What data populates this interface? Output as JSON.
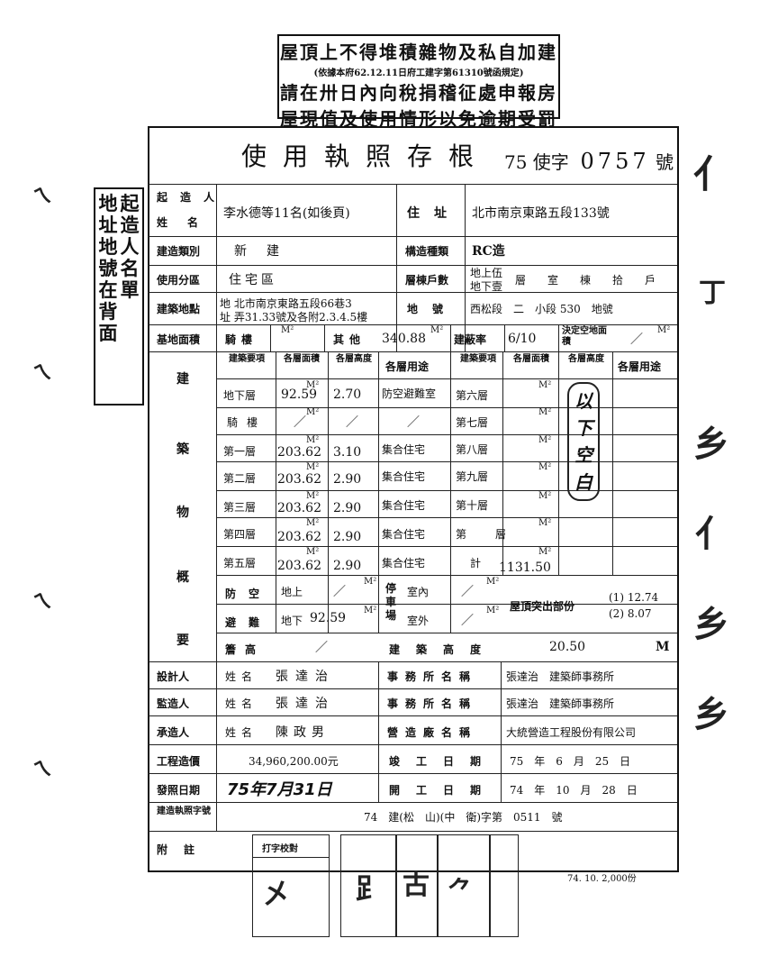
{
  "notice": {
    "line1": "屋頂上不得堆積雜物及私自加建",
    "line2": "(依據本府62.12.11日府工建字第61310號函規定)",
    "line3": "請在卅日內向稅捐稽征處申報房",
    "line4": "屋現值及使用情形以免逾期受罰"
  },
  "side_note": {
    "col1": "起造人名單",
    "col2": "地址地號在背面"
  },
  "title": "使用執照存根",
  "permit_prefix": "75 使字",
  "permit_number": "0757",
  "permit_suffix": "號",
  "rows": {
    "applicant_label": "起造人姓名",
    "applicant": "李水德等11名(如後頁)",
    "address_label": "住址",
    "address": "北市南京東路五段133號",
    "build_type_label": "建造類別",
    "build_type": "新建",
    "structure_label": "構造種類",
    "structure": "RC造",
    "zone_label": "使用分區",
    "zone": "住宅區",
    "floors_label": "層棟戶數",
    "floors_above": "地上伍",
    "floors_below": "地下壹",
    "floors_rest": "層　　室　　棟　　拾　　戶",
    "site_label": "建築地點",
    "site_line1": "地 北市南京東路五段66巷3",
    "site_line2": "址 弄31.33號及各附2.3.4.5樓",
    "lot_label": "地號",
    "lot": "西松段　二　小段 530　地號",
    "base_area_label": "基地面積",
    "base_area_sub": "騎樓",
    "base_area_other": "其他",
    "base_area_value": "340.88",
    "coverage_label": "建蔽率",
    "coverage": "6/10",
    "decided_area_label": "決定空地面積",
    "m2": "M²"
  },
  "floors_head": {
    "section": [
      "建",
      "築",
      "物",
      "概",
      "要"
    ],
    "col_item": "建築要項",
    "col_area": "各層面積",
    "col_height": "各層高度",
    "col_use": "各層用途"
  },
  "floors_left": [
    {
      "name": "地下層",
      "area": "92.59",
      "height": "2.70",
      "use": "防空避難室"
    },
    {
      "name": "騎樓",
      "area": "／",
      "height": "／",
      "use": "／"
    },
    {
      "name": "第一層",
      "area": "203.62",
      "height": "3.10",
      "use": "集合住宅"
    },
    {
      "name": "第二層",
      "area": "203.62",
      "height": "2.90",
      "use": "集合住宅"
    },
    {
      "name": "第三層",
      "area": "203.62",
      "height": "2.90",
      "use": "集合住宅"
    },
    {
      "name": "第四層",
      "area": "203.62",
      "height": "2.90",
      "use": "集合住宅"
    },
    {
      "name": "第五層",
      "area": "203.62",
      "height": "2.90",
      "use": "集合住宅"
    }
  ],
  "floors_right": [
    "第六層",
    "第七層",
    "第八層",
    "第九層",
    "第十層",
    "第　層",
    "計"
  ],
  "floors_right_total": "1131.50",
  "blank_note": "以下空白",
  "shelter": {
    "label": "防空避難",
    "above": "地上",
    "above_val": "／",
    "below": "地下",
    "below_val": "92.59",
    "parking": "停車場",
    "indoor": "室內",
    "outdoor": "室外",
    "roof": "屋頂突出部份",
    "roof_1": "(1) 12.74",
    "roof_2": "(2) 8.07"
  },
  "eave_label": "簷高",
  "eave_val": "／",
  "building_height_label": "建築高度",
  "building_height": "20.50",
  "building_height_unit": "M",
  "persons": [
    {
      "role": "設計人",
      "name_label": "姓名",
      "name": "張達治",
      "firm_label": "事務所名稱",
      "firm": "張達治　建築師事務所"
    },
    {
      "role": "監造人",
      "name_label": "姓名",
      "name": "張達治",
      "firm_label": "事務所名稱",
      "firm": "張達治　建築師事務所"
    },
    {
      "role": "承造人",
      "name_label": "姓名",
      "name": "陳政男",
      "firm_label": "營造廠名稱",
      "firm": "大統營造工程股份有限公司"
    }
  ],
  "cost_label": "工程造價",
  "cost": "34,960,200.00元",
  "finish_label": "竣工日期",
  "finish": "75　年　6　月　25　日",
  "issue_label": "發照日期",
  "issue": "75年7月31日",
  "start_label": "開工日期",
  "start": "74　年　10　月　28　日",
  "license_label": "建造執照字號",
  "license": "74　建(松　山)(中　衛)字第　0511　號",
  "remark_label": "附註",
  "typed_label": "打字校對",
  "footer": "74. 10. 2,000份"
}
